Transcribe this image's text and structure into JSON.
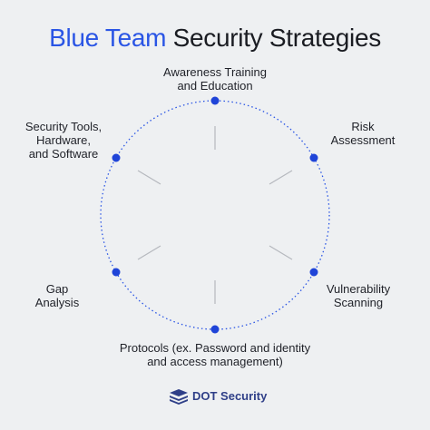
{
  "title": {
    "accent": "Blue Team",
    "rest": "Security Strategies"
  },
  "nodes": [
    {
      "lines": [
        "Awareness Training",
        "and Education"
      ]
    },
    {
      "lines": [
        "Risk",
        "Assessment"
      ]
    },
    {
      "lines": [
        "Vulnerability",
        "Scanning"
      ]
    },
    {
      "lines": [
        "Protocols (ex. Password and identity",
        "and access management)"
      ]
    },
    {
      "lines": [
        "Gap",
        "Analysis"
      ]
    },
    {
      "lines": [
        "Security Tools,",
        "Hardware,",
        "and Software"
      ]
    }
  ],
  "logo": {
    "text": "DOT Security",
    "icon": "dot-security-logo-icon"
  },
  "colors": {
    "accent": "#2a55e5",
    "dot": "#1f44d8",
    "spoke": "#b5b8be",
    "background": "#eef0f2",
    "logo": "#2f3f88"
  }
}
